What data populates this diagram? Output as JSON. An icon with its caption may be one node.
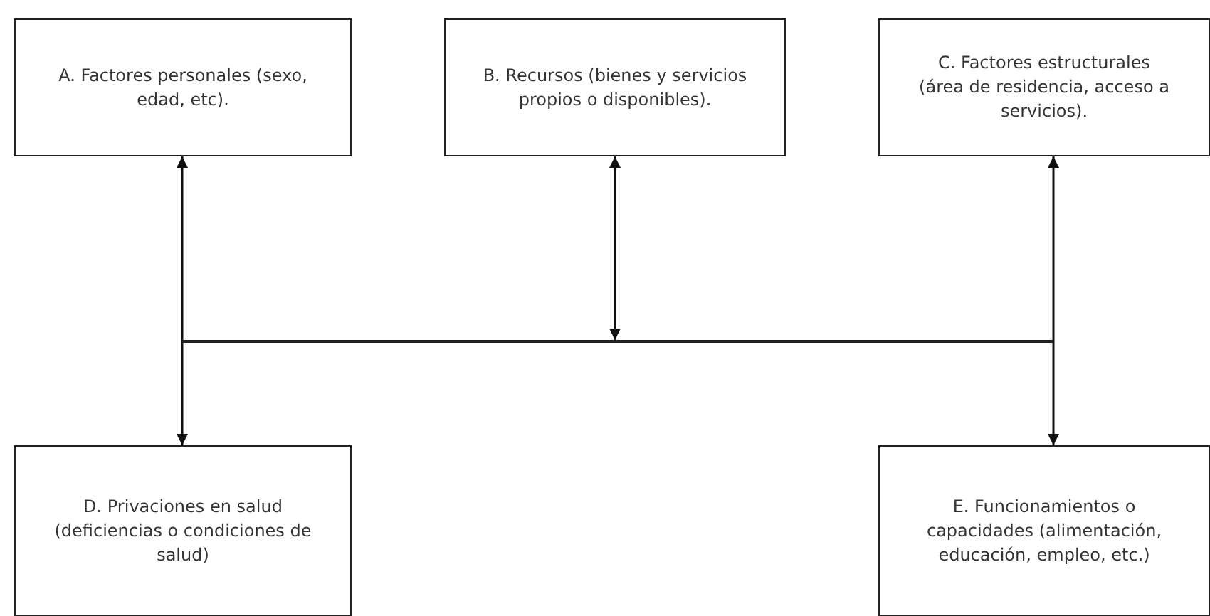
{
  "diagram": {
    "nodes": [
      {
        "text": [
          "A. Factores personales (sexo, edad, etc)."
        ]
      },
      {
        "text": [
          "B. Recursos (bienes y servicios propios o disponibles)."
        ]
      },
      {
        "text": [
          "C. Factores estructurales (área de residencia, acceso a servicios)."
        ]
      },
      {
        "text": [
          "D. Privaciones en salud (deficiencias o condiciones de salud)"
        ]
      },
      {
        "text": [
          "E. Funcionamientos o capacidades (alimentación, educación, empleo, etc.)"
        ]
      },
      {
        "text": [],
        "shape": "bar"
      }
    ],
    "edges": [
      {
        "from": 0,
        "to": 3,
        "arrow": "both"
      },
      {
        "from": 1,
        "to": 5,
        "arrow": "both"
      },
      {
        "from": 2,
        "to": 4,
        "arrow": "both"
      }
    ]
  }
}
